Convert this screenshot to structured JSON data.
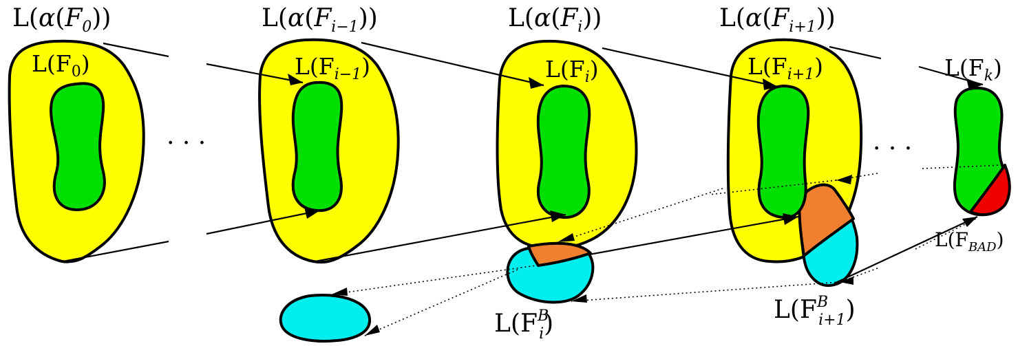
{
  "colors": {
    "outer": "#ffff00",
    "inner": "#00e000",
    "bad_set": "#00eeee",
    "overlap": "#f08030",
    "bad_region": "#ee0000",
    "stroke": "#000000"
  },
  "labels": {
    "alpha_f0": {
      "pre": "L(",
      "sym": "α",
      "mid": "(",
      "var": "F",
      "sub": "0",
      "post": "))"
    },
    "alpha_fim1": {
      "pre": "L(",
      "sym": "α",
      "mid": "(",
      "var": "F",
      "sub": "i−1",
      "post": "))"
    },
    "alpha_fi": {
      "pre": "L(",
      "sym": "α",
      "mid": "(",
      "var": "F",
      "sub": "i",
      "post": "))"
    },
    "alpha_fip1": {
      "pre": "L(",
      "sym": "α",
      "mid": "(",
      "var": "F",
      "sub": "i+1",
      "post": "))"
    },
    "f0": {
      "pre": "L(F",
      "sub": "0",
      "post": ")"
    },
    "fim1": {
      "pre": "L(F",
      "sub": "i−1",
      "post": ")"
    },
    "fi": {
      "pre": "L(F",
      "sub": "i",
      "post": ")"
    },
    "fip1": {
      "pre": "L(F",
      "sub": "i+1",
      "post": ")"
    },
    "fk": {
      "pre": "L(F",
      "sub": "k",
      "post": ")"
    },
    "fbad": {
      "pre": "L(F",
      "sub": "BAD",
      "post": ")"
    },
    "fib": {
      "pre": "L(F",
      "sup": "B",
      "sub": "i",
      "post": ")"
    },
    "fip1b": {
      "pre": "L(F",
      "sup": "B",
      "sub": "i+1",
      "post": ")"
    }
  },
  "ellipsis": "· · ·"
}
